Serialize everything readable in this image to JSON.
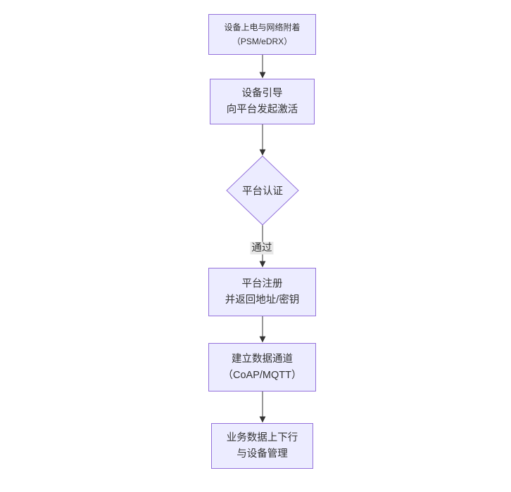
{
  "diagram": {
    "type": "flowchart-top-down",
    "colors": {
      "background": "#ffffff",
      "node_fill": "#ECECFF",
      "node_border": "#9370DB",
      "arrow_line": "#333333",
      "text": "#333333",
      "edge_label_bg": "#e8e8e8"
    },
    "nodes": [
      {
        "id": "power-on",
        "shape": "rect",
        "lines": [
          "设备上电与网络附着",
          "（PSM/eDRX）"
        ]
      },
      {
        "id": "bootstrap",
        "shape": "rect",
        "lines": [
          "设备引导",
          "向平台发起激活"
        ]
      },
      {
        "id": "auth",
        "shape": "diamond",
        "lines": [
          "平台认证"
        ]
      },
      {
        "id": "register",
        "shape": "rect",
        "lines": [
          "平台注册",
          "并返回地址/密钥"
        ]
      },
      {
        "id": "data-channel",
        "shape": "rect",
        "lines": [
          "建立数据通道",
          "（CoAP/MQTT）"
        ]
      },
      {
        "id": "business-data",
        "shape": "rect",
        "lines": [
          "业务数据上下行",
          "与设备管理"
        ]
      }
    ],
    "edges": [
      {
        "from": "power-on",
        "to": "bootstrap",
        "label": ""
      },
      {
        "from": "bootstrap",
        "to": "auth",
        "label": ""
      },
      {
        "from": "auth",
        "to": "register",
        "label": "通过"
      },
      {
        "from": "register",
        "to": "data-channel",
        "label": ""
      },
      {
        "from": "data-channel",
        "to": "business-data",
        "label": ""
      }
    ]
  }
}
